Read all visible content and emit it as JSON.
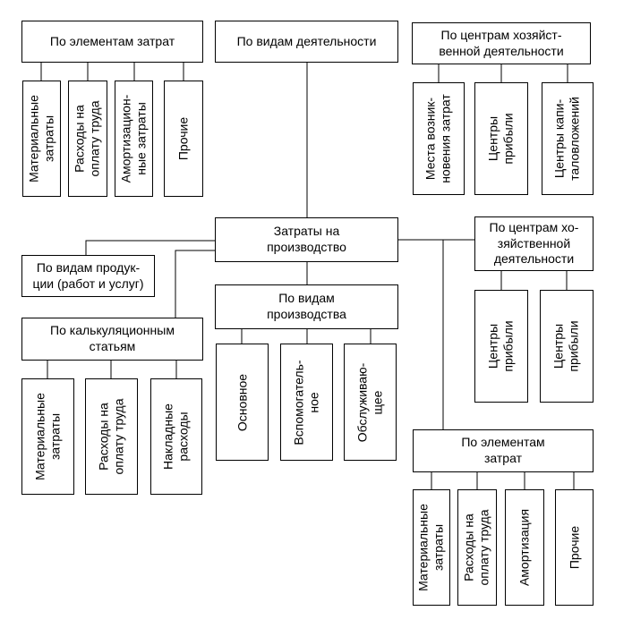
{
  "diagram": {
    "center": {
      "label": "Затраты на\nпроизводство"
    },
    "activity": {
      "title": "По видам деятельности"
    },
    "cost_elements_top": {
      "title": "По элементам затрат",
      "children": [
        "Материальные\nзатраты",
        "Расходы на\nоплату труда",
        "Амортизацион-\nные затраты",
        "Прочие"
      ]
    },
    "business_centers_top": {
      "title": "По центрам хозяйст-\nвенной деятельности",
      "children": [
        "Места возник-\nновения затрат",
        "Центры\nприбыли",
        "Центры капи-\nталовложений"
      ]
    },
    "product_types": {
      "title": "По видам продук-\nции (работ и услуг)"
    },
    "calculation_items": {
      "title": "По калькуляционным\nстатьям",
      "children": [
        "Материальные\nзатраты",
        "Расходы на\nоплату труда",
        "Накладные\nрасходы"
      ]
    },
    "production_types": {
      "title": "По видам\nпроизводства",
      "children": [
        "Основное",
        "Вспомогатель-\nное",
        "Обслуживаю-\nщее"
      ]
    },
    "business_centers_right": {
      "title": "По центрам хо-\nзяйственной\nдеятельности",
      "children": [
        "Центры\nприбыли",
        "Центры\nприбыли"
      ]
    },
    "cost_elements_bottom": {
      "title": "По элементам\nзатрат",
      "children": [
        "Материальные\nзатраты",
        "Расходы на\nоплату труда",
        "Амортизация",
        "Прочие"
      ]
    }
  }
}
